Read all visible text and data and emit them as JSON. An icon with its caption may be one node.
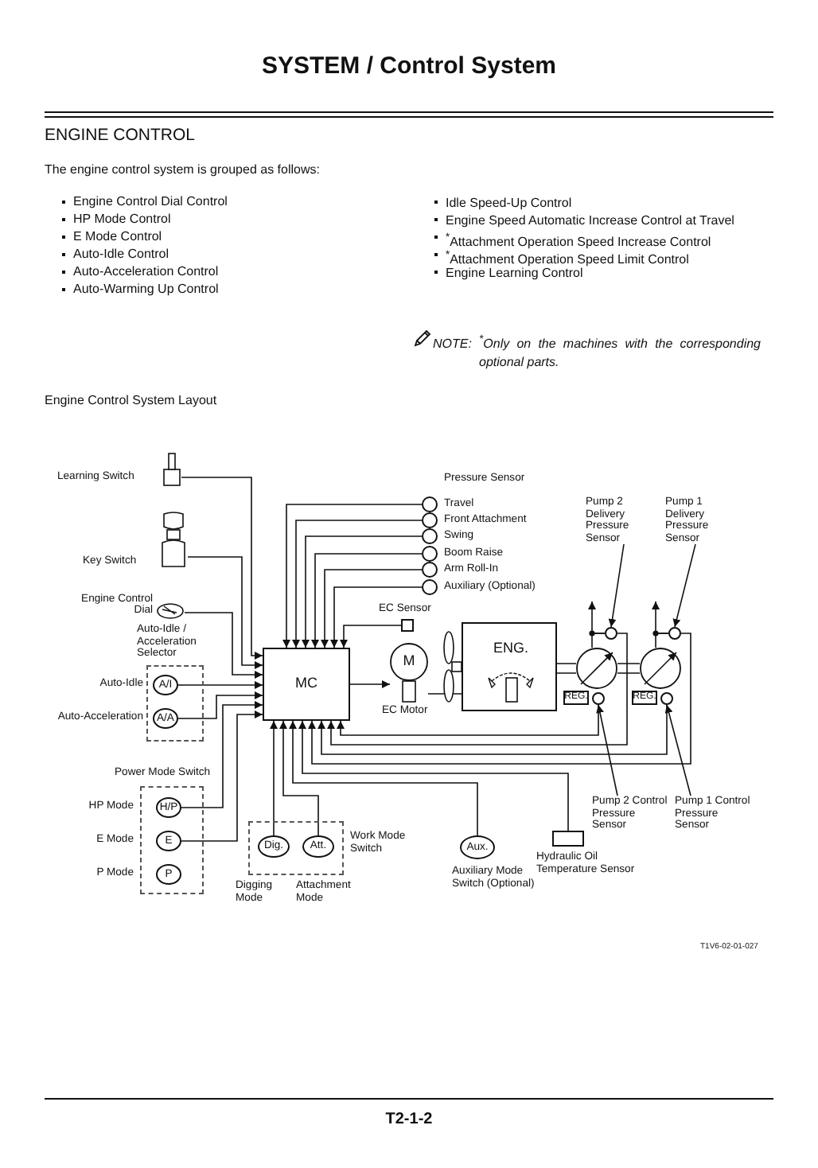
{
  "diagram": {
    "title": "SYSTEM / Control System",
    "nodes": [
      {
        "text": [
          "MC"
        ]
      },
      {
        "text": [
          "Learning Switch"
        ]
      },
      {
        "text": [
          "Key Switch"
        ]
      },
      {
        "text": [
          "Engine Control Dial"
        ]
      },
      {
        "text": [
          "Auto-Idle / Acceleration Selector"
        ]
      },
      {
        "text": [
          "A/I"
        ],
        "in": 4,
        "beside": [
          "Auto-Idle"
        ]
      },
      {
        "text": [
          "A/A"
        ],
        "in": 4,
        "beside": [
          "Auto-Acceleration"
        ]
      },
      {
        "text": [
          "Power Mode Switch"
        ]
      },
      {
        "text": [
          "H/P"
        ],
        "in": 7,
        "beside": [
          "HP Mode"
        ]
      },
      {
        "text": [
          "E"
        ],
        "in": 7,
        "beside": [
          "E Mode"
        ]
      },
      {
        "text": [
          "P"
        ],
        "in": 7,
        "beside": [
          "P Mode"
        ]
      },
      {
        "text": [
          "Work Mode Switch"
        ]
      },
      {
        "text": [
          "Dig."
        ],
        "in": 11,
        "beside": [
          "Digging Mode"
        ]
      },
      {
        "text": [
          "Att."
        ],
        "in": 11,
        "beside": [
          "Attachment Mode"
        ]
      },
      {
        "text": [
          "Aux."
        ],
        "beside": [
          "Auxiliary Mode Switch (Optional)"
        ]
      },
      {
        "text": [],
        "shape": "box",
        "beside": [
          "Hydraulic Oil Temperature Sensor"
        ]
      },
      {
        "text": [],
        "shape": "box",
        "beside": [
          "EC Sensor"
        ]
      },
      {
        "text": [
          "M"
        ],
        "beside": [
          "EC Motor"
        ]
      },
      {
        "text": [
          "ENG."
        ]
      },
      {
        "text": [],
        "shape": "circle",
        "beside": [
          "Travel"
        ]
      },
      {
        "text": [],
        "shape": "circle",
        "beside": [
          "Front Attachment"
        ]
      },
      {
        "text": [],
        "shape": "circle",
        "beside": [
          "Swing"
        ]
      },
      {
        "text": [],
        "shape": "circle",
        "beside": [
          "Boom Raise"
        ]
      },
      {
        "text": [],
        "shape": "circle",
        "beside": [
          "Arm Roll-In"
        ]
      },
      {
        "text": [],
        "shape": "circle",
        "beside": [
          "Auxiliary (Optional)"
        ]
      },
      {
        "text": [],
        "shape": "circle"
      },
      {
        "text": [],
        "shape": "circle"
      },
      {
        "text": [
          "REG."
        ]
      },
      {
        "text": [
          "REG."
        ]
      },
      {
        "text": [
          "Pump 2 Delivery Pressure Sensor"
        ]
      },
      {
        "text": [],
        "shape": "circle"
      },
      {
        "text": [
          "Pump 1 Delivery Pressure Sensor"
        ]
      },
      {
        "text": [],
        "shape": "circle"
      },
      {
        "text": [
          "Pump 2 Control Pressure Sensor"
        ]
      },
      {
        "text": [],
        "shape": "circle"
      },
      {
        "text": [
          "Pump 1 Control Pressure Sensor"
        ]
      },
      {
        "text": [],
        "shape": "circle"
      }
    ],
    "edges": [
      {
        "from": 1,
        "to": 0,
        "arrow": "to"
      },
      {
        "from": 2,
        "to": 0,
        "arrow": "to"
      },
      {
        "from": 3,
        "to": 0,
        "arrow": "to"
      },
      {
        "from": 5,
        "to": 0,
        "arrow": "to"
      },
      {
        "from": 6,
        "to": 0,
        "arrow": "to"
      },
      {
        "from": 8,
        "to": 0,
        "arrow": "to"
      },
      {
        "from": 9,
        "to": 0,
        "arrow": "to"
      },
      {
        "from": 12,
        "to": 0,
        "arrow": "to"
      },
      {
        "from": 13,
        "to": 0,
        "arrow": "to"
      },
      {
        "from": 14,
        "to": 0,
        "arrow": "to"
      },
      {
        "from": 15,
        "to": 0,
        "arrow": "to"
      },
      {
        "from": 30,
        "to": 0,
        "arrow": "to"
      },
      {
        "from": 34,
        "to": 0,
        "arrow": "to"
      },
      {
        "from": 32,
        "to": 0,
        "arrow": "to"
      },
      {
        "from": 36,
        "to": 0,
        "arrow": "to"
      },
      {
        "from": 19,
        "to": 0,
        "arrow": "to"
      },
      {
        "from": 20,
        "to": 0,
        "arrow": "to"
      },
      {
        "from": 21,
        "to": 0,
        "arrow": "to"
      },
      {
        "from": 22,
        "to": 0,
        "arrow": "to"
      },
      {
        "from": 23,
        "to": 0,
        "arrow": "to"
      },
      {
        "from": 24,
        "to": 0,
        "arrow": "to"
      },
      {
        "from": 16,
        "to": 0,
        "arrow": "to"
      },
      {
        "from": 0,
        "to": 17,
        "arrow": "to"
      },
      {
        "from": 17,
        "to": 18,
        "arrow": "none"
      },
      {
        "from": 18,
        "to": 25,
        "arrow": "none"
      },
      {
        "from": 25,
        "to": 26,
        "arrow": "none"
      },
      {
        "from": 29,
        "to": 30,
        "arrow": "to"
      },
      {
        "from": 31,
        "to": 32,
        "arrow": "to"
      },
      {
        "from": 33,
        "to": 34,
        "arrow": "to"
      },
      {
        "from": 35,
        "to": 36,
        "arrow": "to"
      },
      {
        "from": 30,
        "to": null,
        "arrow": "to"
      },
      {
        "from": 32,
        "to": null,
        "arrow": "to"
      },
      {
        "from": 25,
        "to": 30,
        "arrow": "none"
      },
      {
        "from": 26,
        "to": 32,
        "arrow": "none"
      }
    ],
    "labels": [
      "ENGINE CONTROL",
      "The engine control system is grouped as follows:",
      "Engine Control Dial Control",
      "HP Mode Control",
      "E Mode Control",
      "Auto-Idle Control",
      "Auto-Acceleration Control",
      "Auto-Warming Up Control",
      "Idle Speed-Up Control",
      "Engine Speed Automatic Increase Control at Travel",
      "$^{*}$Attachment Operation Speed Increase Control",
      "$^{*}$Attachment Operation Speed Limit Control",
      "Engine Learning Control",
      "NOTE: $^{*}$Only on the machines with the corresponding optional parts.",
      "Engine Control System Layout",
      "Pressure Sensor",
      "T1V6-02-01-027",
      "T2-1-2"
    ]
  }
}
